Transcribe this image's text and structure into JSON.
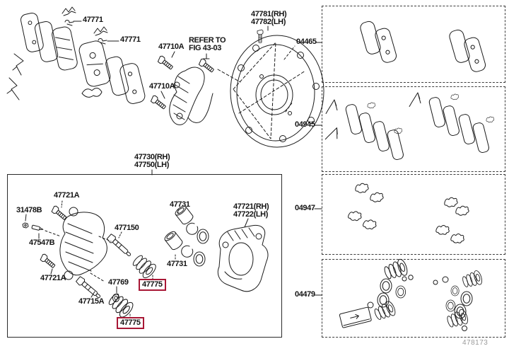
{
  "figure": {
    "code": "478173",
    "highlight_color": "#a81735"
  },
  "callouts": {
    "pad_pin_upper": "47771",
    "pad_pin_lower": "47771",
    "bracket_bolt_upper": "47710A",
    "bracket_bolt_lower": "47710A",
    "refer_note_line1": "REFER TO",
    "refer_note_line2": "FIG 43-03",
    "dust_shield_rh": "47781(RH)",
    "dust_shield_lh": "47782(LH)",
    "caliper_assy_rh": "47730(RH)",
    "caliper_assy_lh": "47750(LH)",
    "caliper_bolt_upper": "47721A",
    "bleeder_plug": "31478B",
    "bleeder_screw": "47547B",
    "caliper_bolt_lower": "47721A",
    "slide_pin_upper": "477150",
    "slide_bush": "47769",
    "slide_pin_lower": "47715A",
    "pin_boot_upper": "47775",
    "pin_boot_lower": "47775",
    "piston_upper": "47731",
    "piston_lower": "47731",
    "mounting_rh": "47721(RH)",
    "mounting_lh": "47722(LH)"
  },
  "kits": {
    "pad_kit": "04465",
    "shim_kit": "04945",
    "fitting_kit": "04947",
    "cylinder_kit": "04479"
  }
}
